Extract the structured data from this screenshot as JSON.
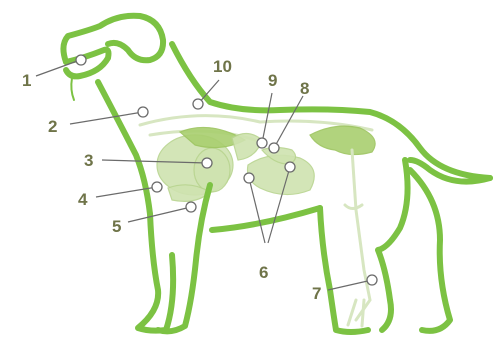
{
  "diagram": {
    "accent_color": "#7cc243",
    "label_color": "#6f7449",
    "labels": [
      {
        "id": "1",
        "text": "1"
      },
      {
        "id": "2",
        "text": "2"
      },
      {
        "id": "3",
        "text": "3"
      },
      {
        "id": "4",
        "text": "4"
      },
      {
        "id": "5",
        "text": "5"
      },
      {
        "id": "6",
        "text": "6"
      },
      {
        "id": "7",
        "text": "7"
      },
      {
        "id": "8",
        "text": "8"
      },
      {
        "id": "9",
        "text": "9"
      },
      {
        "id": "10",
        "text": "10"
      }
    ]
  }
}
